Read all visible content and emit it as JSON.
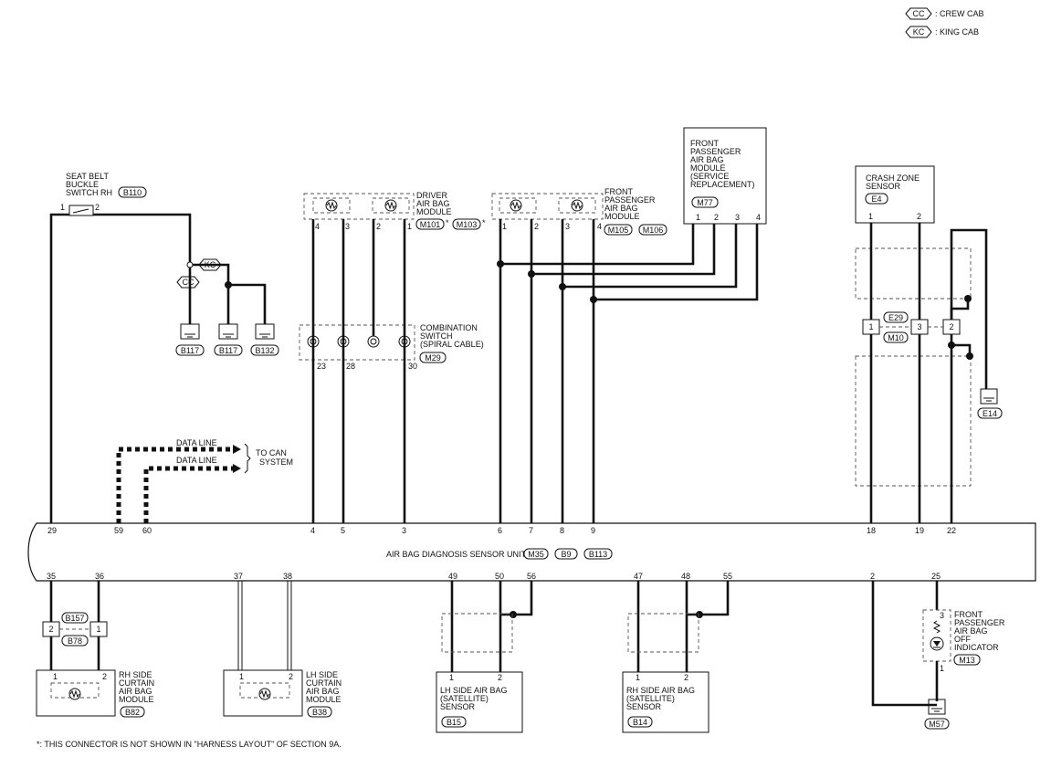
{
  "legend": {
    "cc_code": "CC",
    "cc_text": ": CREW CAB",
    "kc_code": "KC",
    "kc_text": ": KING CAB"
  },
  "seat_belt": {
    "name_lines": [
      "SEAT BELT",
      "BUCKLE",
      "SWITCH RH"
    ],
    "connector": "B110",
    "pin1": "1",
    "pin2": "2",
    "kc": "KC",
    "cc": "CC",
    "grounds": [
      "B117",
      "B117",
      "B132"
    ]
  },
  "driver_module": {
    "name_lines": [
      "DRIVER",
      "AIR BAG",
      "MODULE"
    ],
    "connectors": [
      "M101",
      "M103"
    ],
    "star": "*",
    "pins": [
      "4",
      "3",
      "2",
      "1"
    ]
  },
  "passenger_module": {
    "name_lines": [
      "FRONT",
      "PASSENGER",
      "AIR BAG",
      "MODULE"
    ],
    "connectors": [
      "M105",
      "M106"
    ],
    "pins": [
      "1",
      "2",
      "3",
      "4"
    ]
  },
  "service_module": {
    "name_lines": [
      "FRONT",
      "PASSENGER",
      "AIR BAG",
      "MODULE",
      "(SERVICE",
      "REPLACEMENT)"
    ],
    "connector": "M77",
    "pins": [
      "1",
      "2",
      "3",
      "4"
    ]
  },
  "spiral": {
    "name_lines": [
      "COMBINATION",
      "SWITCH",
      "(SPIRAL CABLE)"
    ],
    "connector": "M29",
    "pins": [
      "23",
      "28",
      "30"
    ]
  },
  "crash_sensor": {
    "name_lines": [
      "CRASH ZONE",
      "SENSOR"
    ],
    "connector": "E4",
    "pins": [
      "1",
      "2"
    ]
  },
  "joint": {
    "connectors": [
      "E29",
      "M10"
    ],
    "pins": [
      "1",
      "3",
      "2"
    ],
    "ground": "E14"
  },
  "data_lines": {
    "line1": "DATA LINE",
    "line2": "DATA LINE",
    "to_lines": [
      "TO CAN",
      "SYSTEM"
    ]
  },
  "unit": {
    "label": "AIR BAG DIAGNOSIS SENSOR UNIT",
    "connectors": [
      "M35",
      "B9",
      "B113"
    ],
    "top_pins": [
      "29",
      "59",
      "60",
      "4",
      "5",
      "3",
      "6",
      "7",
      "8",
      "9",
      "18",
      "19",
      "22"
    ],
    "bottom_pins": [
      "35",
      "36",
      "37",
      "38",
      "49",
      "50",
      "56",
      "47",
      "48",
      "55",
      "2",
      "25"
    ]
  },
  "rh_curtain": {
    "name_lines": [
      "RH SIDE",
      "CURTAIN",
      "AIR BAG",
      "MODULE"
    ],
    "connector": "B82",
    "pins": [
      "1",
      "2"
    ],
    "joint_connectors": [
      "B157",
      "B78"
    ],
    "joint_pins": [
      "2",
      "1"
    ]
  },
  "lh_curtain": {
    "name_lines": [
      "LH SIDE",
      "CURTAIN",
      "AIR BAG",
      "MODULE"
    ],
    "connector": "B38",
    "pins": [
      "1",
      "2"
    ]
  },
  "lh_sat": {
    "name_lines": [
      "LH SIDE AIR BAG",
      "(SATELLITE)",
      "SENSOR"
    ],
    "connector": "B15",
    "pins": [
      "1",
      "2"
    ]
  },
  "rh_sat": {
    "name_lines": [
      "RH SIDE AIR BAG",
      "(SATELLITE)",
      "SENSOR"
    ],
    "connector": "B14",
    "pins": [
      "1",
      "2"
    ]
  },
  "indicator": {
    "name_lines": [
      "FRONT",
      "PASSENGER",
      "AIR BAG",
      "OFF",
      "INDICATOR"
    ],
    "connector": "M13",
    "pins": [
      "3",
      "1"
    ],
    "ground": "M57"
  },
  "footnote": "*: THIS CONNECTOR IS NOT SHOWN IN \"HARNESS LAYOUT\" OF SECTION 9A."
}
